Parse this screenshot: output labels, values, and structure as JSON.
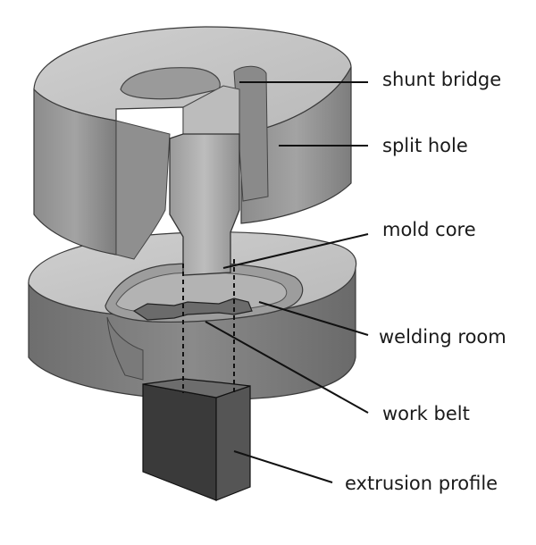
{
  "labels": {
    "shunt_bridge": "shunt bridge",
    "split_hole": "split hole",
    "mold_core": "mold core",
    "welding_room": "welding room",
    "work_belt": "work belt",
    "extrusion_profile": "extrusion profile"
  }
}
